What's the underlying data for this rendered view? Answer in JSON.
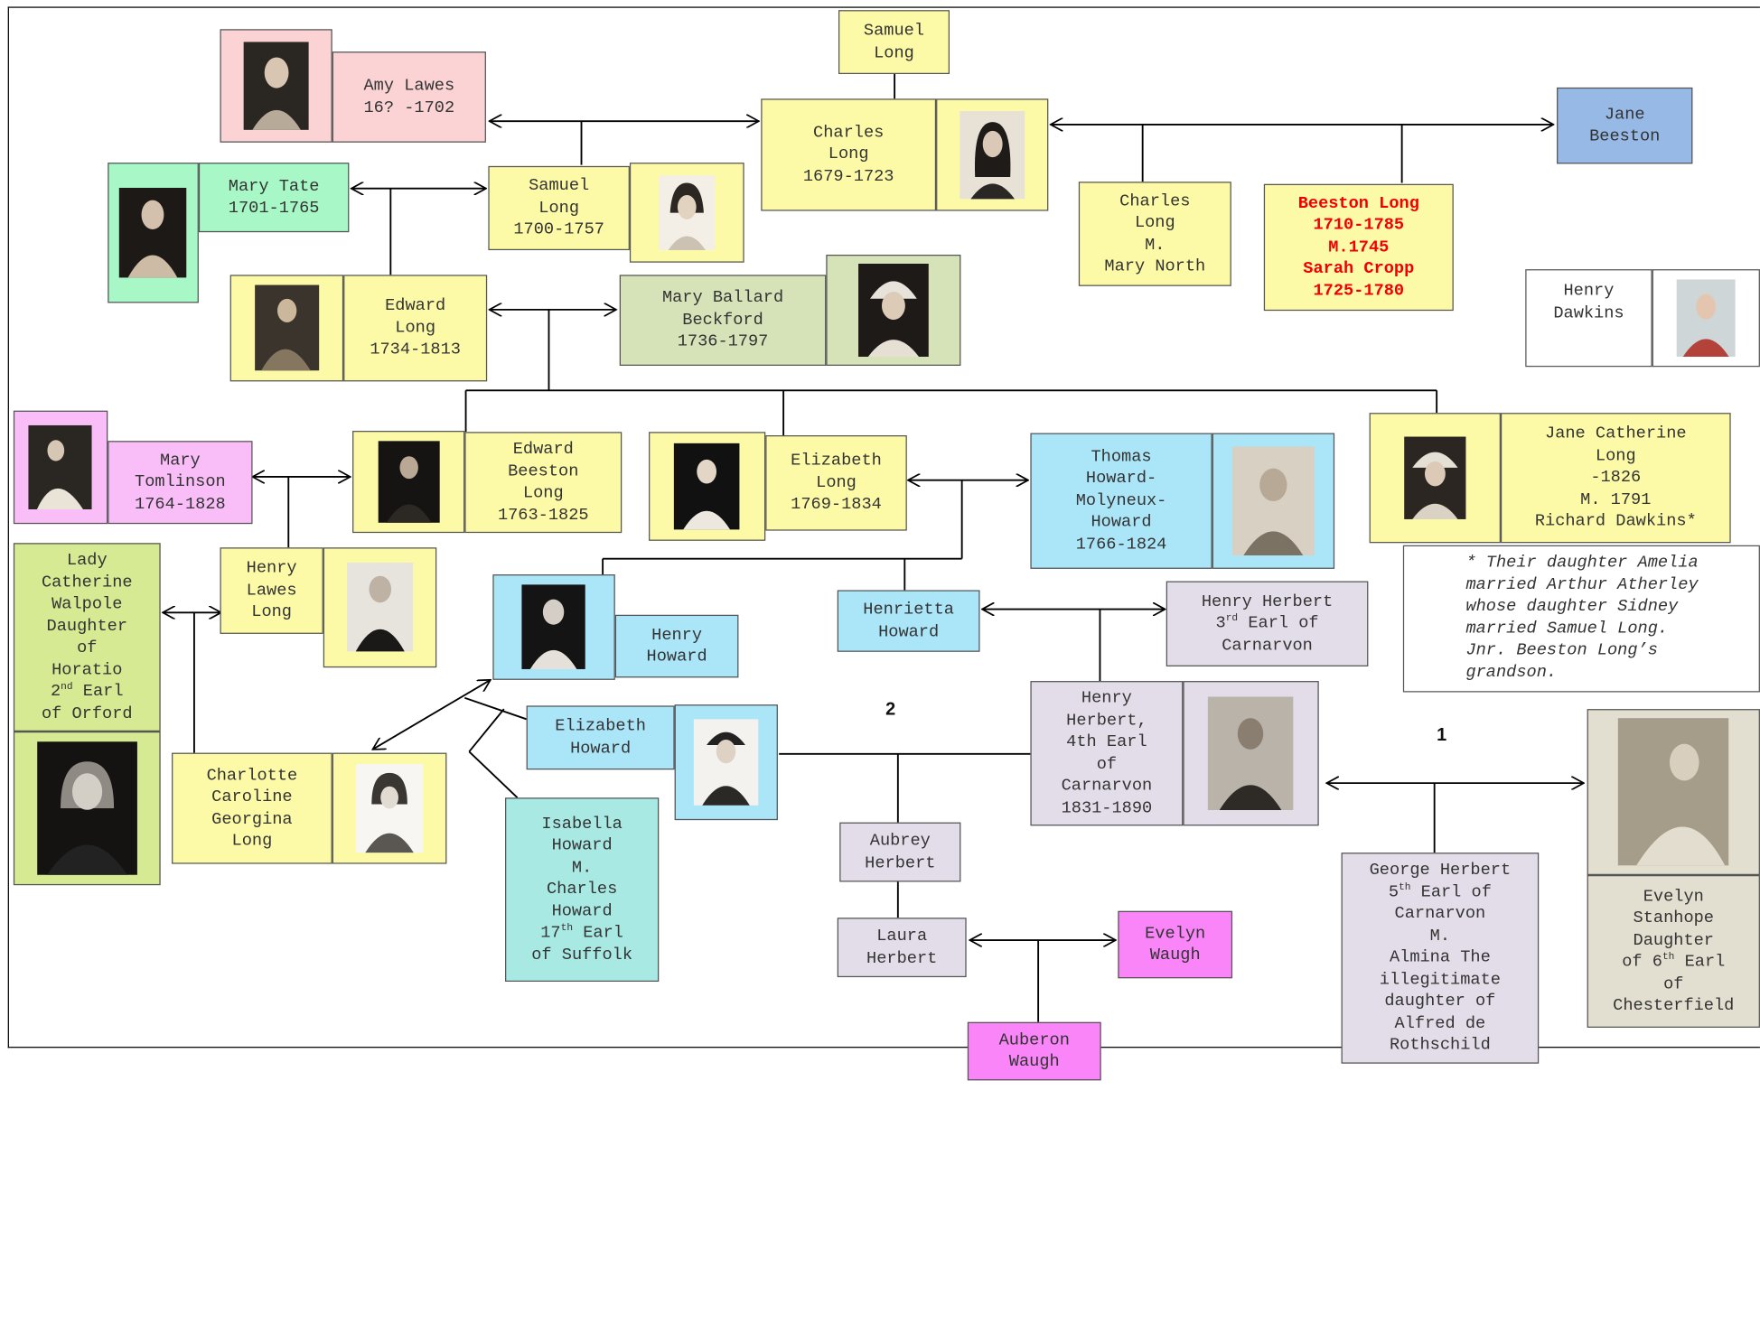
{
  "people": {
    "samuel_long_sr": "Samuel\nLong",
    "amy_lawes": "Amy Lawes\n16? -1702",
    "charles_long_1679": "Charles\nLong\n1679-1723",
    "jane_beeston": "Jane\nBeeston",
    "mary_tate": "Mary Tate\n1701-1765",
    "samuel_long_1700": "Samuel\nLong\n1700-1757",
    "charles_long_mary_north": "Charles\nLong\nM.\nMary North",
    "beeston_long": "Beeston Long\n1710-1785\nM.1745\nSarah Cropp\n1725-1780",
    "henry_dawkins": "Henry\nDawkins",
    "edward_long": "Edward\nLong\n1734-1813",
    "mary_ballard_beckford": "Mary Ballard\nBeckford\n1736-1797",
    "mary_tomlinson": "Mary\nTomlinson\n1764-1828",
    "edward_beeston_long": "Edward\nBeeston\nLong\n1763-1825",
    "elizabeth_long": "Elizabeth\nLong\n1769-1834",
    "thomas_howard": "Thomas\nHoward-\nMolyneux-\nHoward\n1766-1824",
    "jane_catherine_long": "Jane Catherine\nLong\n-1826\nM. 1791\nRichard Dawkins*",
    "lady_catherine_walpole": {
      "line1": "Lady\nCatherine\nWalpole\nDaughter\nof\nHoratio\n2",
      "sup": "nd",
      "line2": " Earl\nof Orford"
    },
    "henry_lawes_long": "Henry\nLawes\nLong",
    "henry_howard": "Henry\nHoward",
    "henrietta_howard": "Henrietta\nHoward",
    "henry_herbert_3rd": {
      "line1": "Henry Herbert\n3",
      "sup": "rd",
      "line2": " Earl of\nCarnarvon"
    },
    "elizabeth_howard": "Elizabeth\nHoward",
    "henry_herbert_4th": "Henry\nHerbert,\n4th Earl\nof\nCarnarvon\n1831-1890",
    "charlotte_long": "Charlotte\nCaroline\nGeorgina\nLong",
    "isabella_howard": {
      "line1": "Isabella\nHoward\nM.\nCharles\nHoward\n17",
      "sup": "th",
      "line2": " Earl\nof Suffolk"
    },
    "aubrey_herbert": "Aubrey\nHerbert",
    "laura_herbert": "Laura\nHerbert",
    "evelyn_waugh": "Evelyn\nWaugh",
    "auberon_waugh": "Auberon\nWaugh",
    "george_herbert_5th": {
      "line1": "George Herbert\n5",
      "sup": "th",
      "line2": " Earl of\nCarnarvon\nM.\nAlmina The\nillegitimate\ndaughter of\nAlfred de\nRothschild"
    },
    "evelyn_stanhope": {
      "line1": "Evelyn\nStanhope\nDaughter\nof 6",
      "sup": "th",
      "line2": " Earl\nof\nChesterfield"
    }
  },
  "note": "* Their daughter Amelia\nmarried Arthur Atherley\nwhose daughter Sidney\nmarried Samuel Long.\nJnr. Beeston Long’s\ngrandson.",
  "marriage_numbers": {
    "second": "2",
    "first": "1"
  },
  "colors": {
    "yellow": "#fdfaa7",
    "pink": "#fbd3d5",
    "mint": "#a8f7c6",
    "sage": "#d6e2b7",
    "lime": "#d5ea92",
    "blue": "#97b9e6",
    "cyan": "#abe5f8",
    "teal": "#a9e9e4",
    "lavender": "#e3dde9",
    "magenta": "#f985f9",
    "rose": "#f9bef7",
    "stone": "#e3dfd0",
    "highlight_text": "#f00006"
  }
}
